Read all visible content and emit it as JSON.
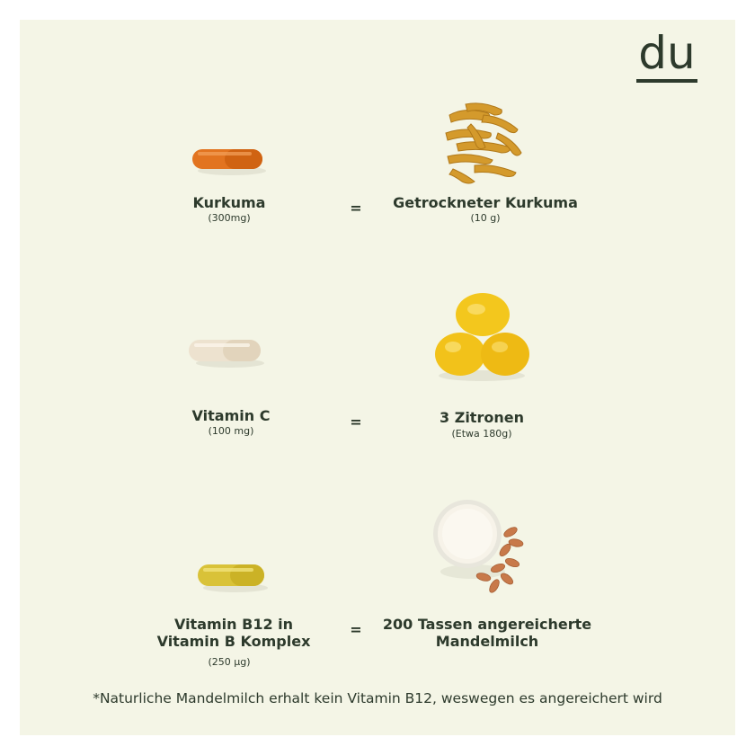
{
  "brand": {
    "logo_text": "du"
  },
  "rows": [
    {
      "left_label": "Kurkuma",
      "left_sub": "(300mg)",
      "equals": "=",
      "right_label": "Getrockneter Kurkuma",
      "right_sub": "(10 g)",
      "capsule_icon": "orange-capsule-icon",
      "food_icon": "dried-turmeric-icon"
    },
    {
      "left_label": "Vitamin C",
      "left_sub": "(100 mg)",
      "equals": "=",
      "right_label": "3 Zitronen",
      "right_sub": "(Etwa 180g)",
      "capsule_icon": "beige-capsule-icon",
      "food_icon": "lemons-icon"
    },
    {
      "left_label_line1": "Vitamin B12 in",
      "left_label_line2": "Vitamin B Komplex",
      "left_sub": "(250 µg)",
      "equals": "=",
      "right_label_line1": "200 Tassen angereicherte",
      "right_label_line2": "Mandelmilch",
      "capsule_icon": "yellow-capsule-icon",
      "food_icon": "almond-milk-icon"
    }
  ],
  "footnote": "*Naturliche Mandelmilch erhalt kein Vitamin B12, weswegen es angereichert wird",
  "colors": {
    "background": "#f4f5e6",
    "text": "#2d3a2c",
    "turmeric": "#e07a1f",
    "lemon": "#f2c21a"
  }
}
